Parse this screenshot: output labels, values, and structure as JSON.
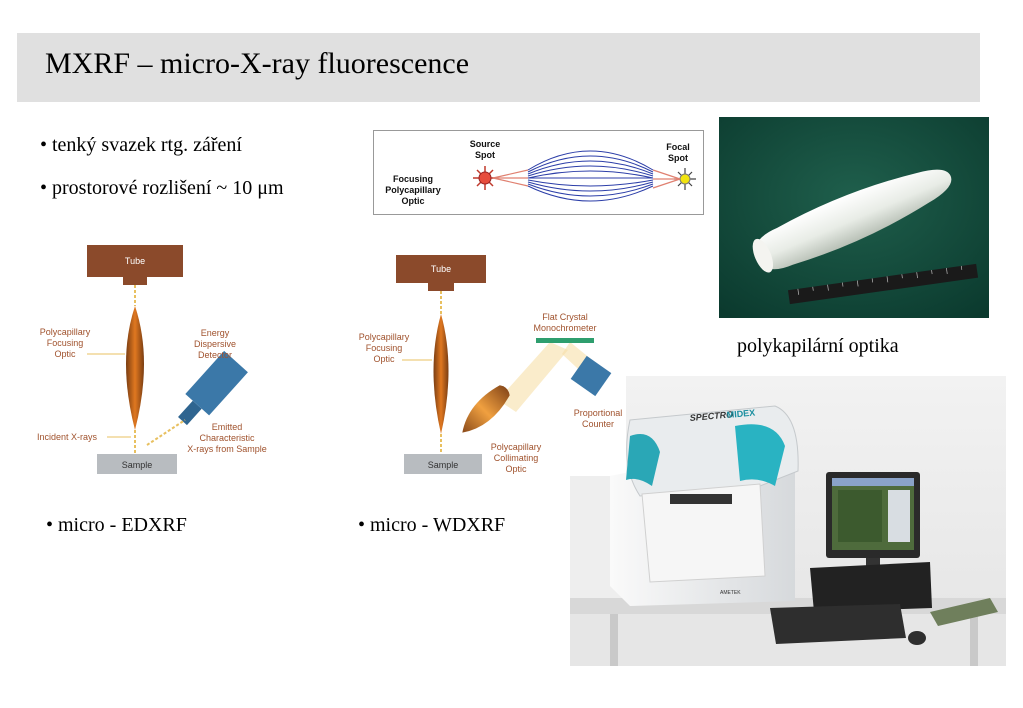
{
  "title": "MXRF – micro-X-ray fluorescence",
  "bullets": {
    "beam": "• tenký svazek rtg. záření",
    "resolution": "• prostorové rozlišení  ~ 10 μm",
    "edxrf": "• micro - EDXRF",
    "wdxrf": "• micro - WDXRF"
  },
  "caption_optic": "polykapilární optika",
  "optic_diagram": {
    "focusing": [
      "Focusing",
      "Polycapillary",
      "Optic"
    ],
    "source": [
      "Source",
      "Spot"
    ],
    "focal": [
      "Focal",
      "Spot"
    ]
  },
  "edxrf_diagram": {
    "tube": "Tube",
    "sample": "Sample",
    "optic": [
      "Polycapillary",
      "Focusing",
      "Optic"
    ],
    "detector": [
      "Energy",
      "Dispersive",
      "Detector"
    ],
    "incident": "Incident X-rays",
    "emitted": [
      "Emitted",
      "Characteristic",
      "X-rays from Sample"
    ]
  },
  "wdxrf_diagram": {
    "tube": "Tube",
    "sample": "Sample",
    "optic": [
      "Polycapillary",
      "Focusing",
      "Optic"
    ],
    "crystal": [
      "Flat Crystal",
      "Monochrometer"
    ],
    "counter": [
      "Proportional",
      "Counter"
    ],
    "collimating": [
      "Polycapillary",
      "Collimating",
      "Optic"
    ]
  },
  "instrument": {
    "brand": "SPECTRO",
    "model": "MIDEX",
    "badge": "AMETEK"
  },
  "colors": {
    "title_bg": "#e0e0e0",
    "tube": "#8b4a2b",
    "detector": "#3b78a8",
    "crystal": "#2e9e6e",
    "label": "#a0522d"
  }
}
